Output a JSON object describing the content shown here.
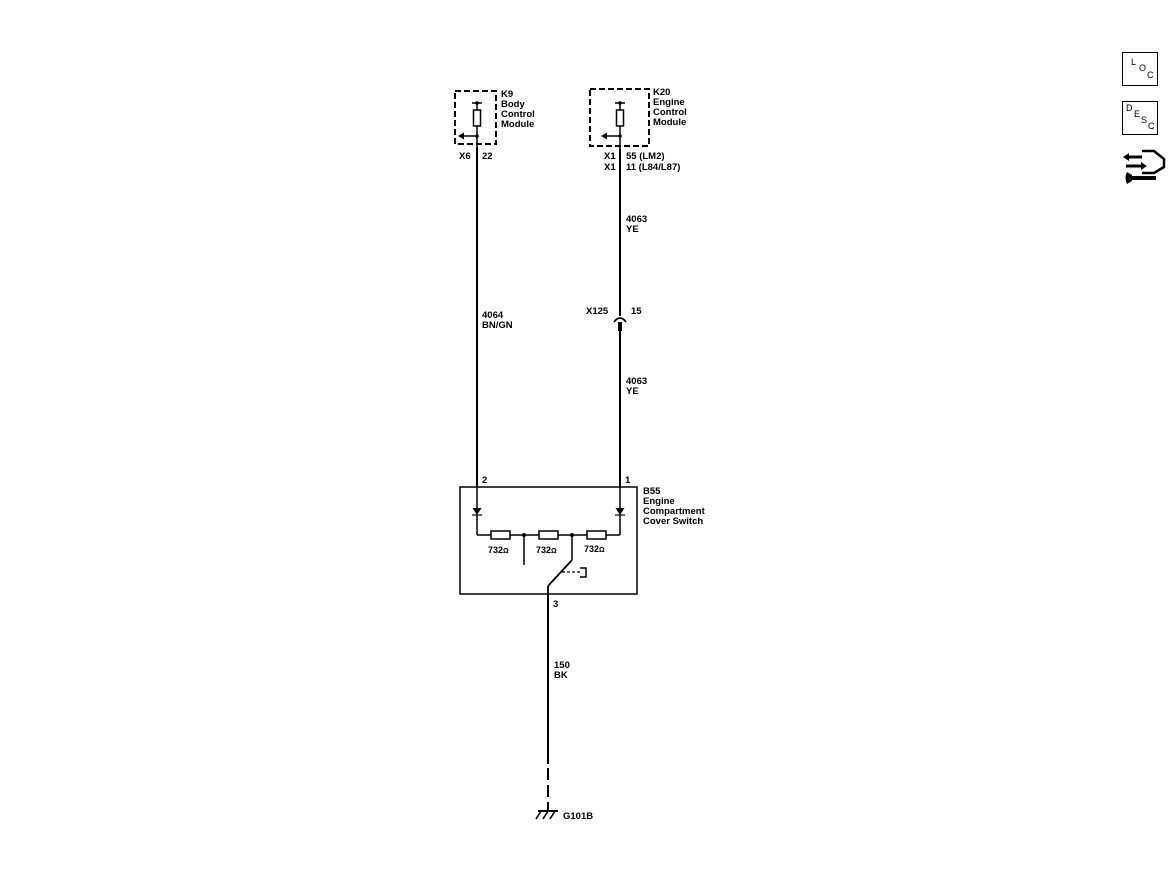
{
  "modules": {
    "k9": {
      "ref": "K9",
      "name_lines": [
        "Body",
        "Control",
        "Module"
      ],
      "connector": "X6",
      "pin": "22"
    },
    "k20": {
      "ref": "K20",
      "name_lines": [
        "Engine",
        "Control",
        "Module"
      ],
      "connector_1": "X1",
      "pin_1": "55 (LM2)",
      "connector_2": "X1",
      "pin_2": "11 (L84/L87)"
    }
  },
  "wires": {
    "k9_to_switch": {
      "circuit": "4064",
      "color": "BN/GN"
    },
    "k20_upper": {
      "circuit": "4063",
      "color": "YE"
    },
    "k20_lower": {
      "circuit": "4063",
      "color": "YE"
    },
    "ground": {
      "circuit": "150",
      "color": "BK"
    }
  },
  "inline_connector": {
    "ref": "X125",
    "pin": "15"
  },
  "switch": {
    "ref": "B55",
    "name_lines": [
      "Engine",
      "Compartment",
      "Cover Switch"
    ],
    "pin_left": "2",
    "pin_right": "1",
    "pin_bottom": "3",
    "resistors": [
      "732",
      "732",
      "732"
    ],
    "unit": "Ω"
  },
  "ground": {
    "ref": "G101B"
  },
  "side_buttons": {
    "loc": {
      "letters": [
        "L",
        "O",
        "C"
      ]
    },
    "desc": {
      "letters": [
        "D",
        "E",
        "S",
        "C"
      ]
    }
  },
  "colors": {
    "line": "#000000",
    "background": "#ffffff"
  }
}
